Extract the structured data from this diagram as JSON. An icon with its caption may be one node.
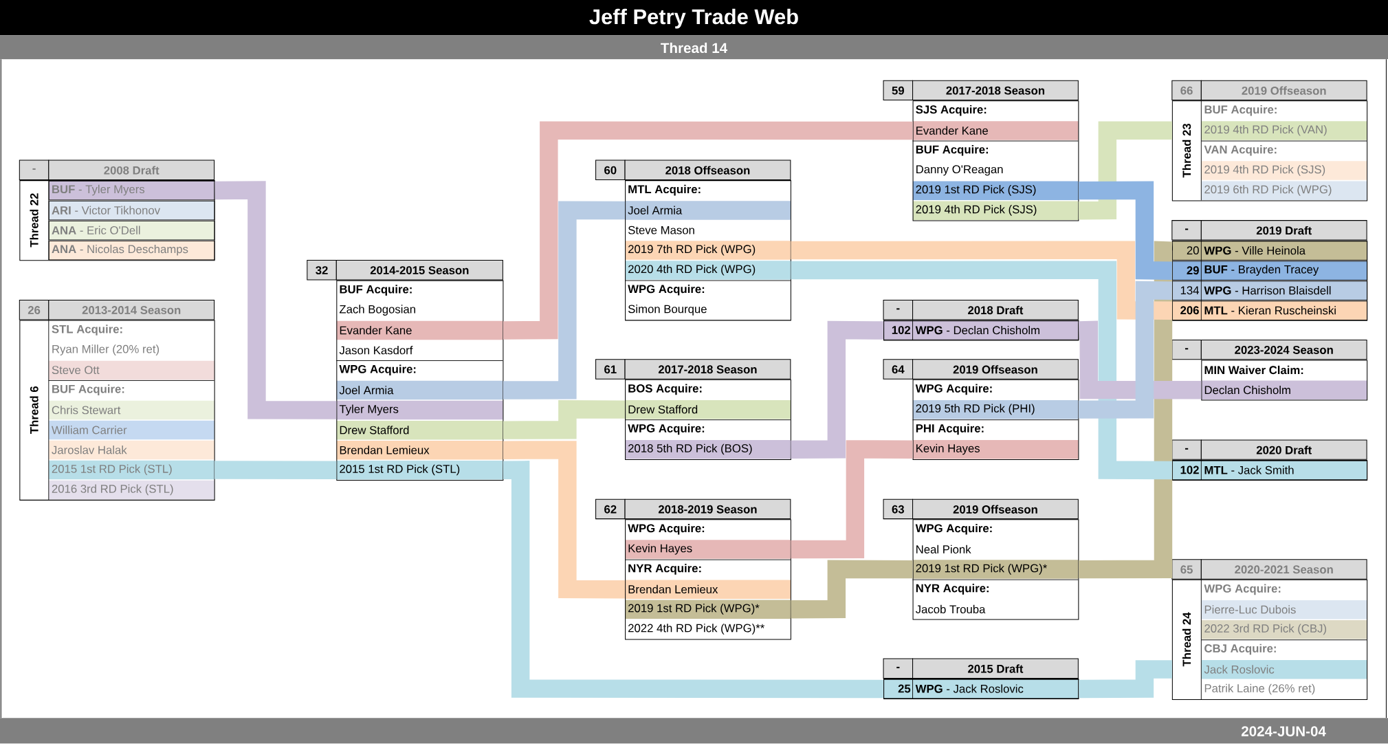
{
  "diagram": {
    "title": "Jeff Petry Trade Web",
    "nodes": [
      {
        "text": [
          "-",
          "2008 Draft",
          "Thread 22"
        ]
      },
      {
        "text": [
          "**BUF** - Tyler Myers"
        ],
        "in": 0
      },
      {
        "text": [
          "**ARI** - Victor Tikhonov"
        ],
        "in": 0
      },
      {
        "text": [
          "**ANA** - Eric O'Dell"
        ],
        "in": 0
      },
      {
        "text": [
          "**ANA** - Nicolas Deschamps"
        ],
        "in": 0
      },
      {
        "text": [
          "26",
          "2013-2014 Season",
          "Thread 6"
        ]
      },
      {
        "text": [
          "STL Acquire:"
        ],
        "in": 5
      },
      {
        "text": [
          "Ryan Miller (20% ret)"
        ],
        "in": 5
      },
      {
        "text": [
          "Steve Ott"
        ],
        "in": 5
      },
      {
        "text": [
          "BUF Acquire:"
        ],
        "in": 5
      },
      {
        "text": [
          "Chris Stewart"
        ],
        "in": 5
      },
      {
        "text": [
          "William Carrier"
        ],
        "in": 5
      },
      {
        "text": [
          "Jaroslav Halak"
        ],
        "in": 5
      },
      {
        "text": [
          "2015 1st RD Pick (STL)"
        ],
        "in": 5
      },
      {
        "text": [
          "2016 3rd RD Pick (STL)"
        ],
        "in": 5
      },
      {
        "text": [
          "32",
          "2014-2015 Season"
        ]
      },
      {
        "text": [
          "BUF Acquire:"
        ],
        "in": 15
      },
      {
        "text": [
          "Zach Bogosian"
        ],
        "in": 15
      },
      {
        "text": [
          "Evander Kane"
        ],
        "in": 15
      },
      {
        "text": [
          "Jason Kasdorf"
        ],
        "in": 15
      },
      {
        "text": [
          "WPG Acquire:"
        ],
        "in": 15
      },
      {
        "text": [
          "Joel Armia"
        ],
        "in": 15
      },
      {
        "text": [
          "Tyler Myers"
        ],
        "in": 15
      },
      {
        "text": [
          "Drew Stafford"
        ],
        "in": 15
      },
      {
        "text": [
          "Brendan Lemieux"
        ],
        "in": 15
      },
      {
        "text": [
          "2015 1st RD Pick (STL)"
        ],
        "in": 15
      },
      {
        "text": [
          "60",
          "2018 Offseason"
        ]
      },
      {
        "text": [
          "MTL Acquire:"
        ],
        "in": 26
      },
      {
        "text": [
          "Joel Armia"
        ],
        "in": 26
      },
      {
        "text": [
          "Steve Mason"
        ],
        "in": 26
      },
      {
        "text": [
          "2019 7th RD Pick (WPG)"
        ],
        "in": 26
      },
      {
        "text": [
          "2020 4th RD Pick (WPG)"
        ],
        "in": 26
      },
      {
        "text": [
          "WPG Acquire:"
        ],
        "in": 26
      },
      {
        "text": [
          "Simon Bourque"
        ],
        "in": 26
      },
      {
        "text": [
          "61",
          "2017-2018 Season"
        ]
      },
      {
        "text": [
          "BOS Acquire:"
        ],
        "in": 34
      },
      {
        "text": [
          "Drew Stafford"
        ],
        "in": 34
      },
      {
        "text": [
          "WPG Acquire:"
        ],
        "in": 34
      },
      {
        "text": [
          "2018 5th RD Pick (BOS)"
        ],
        "in": 34
      },
      {
        "text": [
          "62",
          "2018-2019 Season"
        ]
      },
      {
        "text": [
          "WPG Acquire:"
        ],
        "in": 39
      },
      {
        "text": [
          "Kevin Hayes"
        ],
        "in": 39
      },
      {
        "text": [
          "NYR Acquire:"
        ],
        "in": 39
      },
      {
        "text": [
          "Brendan Lemieux"
        ],
        "in": 39
      },
      {
        "text": [
          "2019 1st RD Pick (WPG)*"
        ],
        "in": 39
      },
      {
        "text": [
          "2022 4th RD Pick (WPG)**"
        ],
        "in": 39
      },
      {
        "text": [
          "59",
          "2017-2018 Season"
        ]
      },
      {
        "text": [
          "SJS Acquire:"
        ],
        "in": 46
      },
      {
        "text": [
          "Evander Kane"
        ],
        "in": 46
      },
      {
        "text": [
          "BUF Acquire:"
        ],
        "in": 46
      },
      {
        "text": [
          "Danny O'Reagan"
        ],
        "in": 46
      },
      {
        "text": [
          "2019 1st RD Pick (SJS)"
        ],
        "in": 46
      },
      {
        "text": [
          "2019 4th RD Pick (SJS)"
        ],
        "in": 46
      },
      {
        "text": [
          "-",
          "2018 Draft"
        ]
      },
      {
        "text": [
          "102",
          "**WPG** - Declan Chisholm"
        ],
        "in": 53
      },
      {
        "text": [
          "64",
          "2019 Offseason"
        ]
      },
      {
        "text": [
          "WPG Acquire:"
        ],
        "in": 55
      },
      {
        "text": [
          "2019 5th RD Pick (PHI)"
        ],
        "in": 55
      },
      {
        "text": [
          "PHI Acquire:"
        ],
        "in": 55
      },
      {
        "text": [
          "Kevin Hayes"
        ],
        "in": 55
      },
      {
        "text": [
          "63",
          "2019 Offseason"
        ]
      },
      {
        "text": [
          "WPG Acquire:"
        ],
        "in": 60
      },
      {
        "text": [
          "Neal Pionk"
        ],
        "in": 60
      },
      {
        "text": [
          "2019 1st RD Pick (WPG)*"
        ],
        "in": 60
      },
      {
        "text": [
          "NYR Acquire:"
        ],
        "in": 60
      },
      {
        "text": [
          "Jacob Trouba"
        ],
        "in": 60
      },
      {
        "text": [
          "-",
          "2015 Draft"
        ]
      },
      {
        "text": [
          "25",
          "**WPG** - Jack Roslovic"
        ],
        "in": 66
      },
      {
        "text": [
          "66",
          "2019 Offseason",
          "Thread 23"
        ]
      },
      {
        "text": [
          "BUF Acquire:"
        ],
        "in": 68
      },
      {
        "text": [
          "2019 4th RD Pick (VAN)"
        ],
        "in": 68
      },
      {
        "text": [
          "VAN Acquire:"
        ],
        "in": 68
      },
      {
        "text": [
          "2019 4th RD Pick (SJS)"
        ],
        "in": 68
      },
      {
        "text": [
          "2019 6th RD Pick (WPG)"
        ],
        "in": 68
      },
      {
        "text": [
          "-",
          "2019 Draft"
        ]
      },
      {
        "text": [
          "20",
          "**WPG** - Ville Heinola"
        ],
        "in": 74
      },
      {
        "text": [
          "29",
          "**BUF** - Brayden Tracey"
        ],
        "in": 74
      },
      {
        "text": [
          "134",
          "**WPG** - Harrison Blaisdell"
        ],
        "in": 74
      },
      {
        "text": [
          "206",
          "**MTL** - Kieran Ruscheinski"
        ],
        "in": 74
      },
      {
        "text": [
          "-",
          "2023-2024 Season"
        ]
      },
      {
        "text": [
          "MIN Waiver Claim:"
        ],
        "in": 79
      },
      {
        "text": [
          "Declan Chisholm"
        ],
        "in": 79
      },
      {
        "text": [
          "-",
          "2020 Draft"
        ]
      },
      {
        "text": [
          "102",
          "**MTL** - Jack Smith"
        ],
        "in": 82
      },
      {
        "text": [
          "65",
          "2020-2021 Season",
          "Thread 24"
        ]
      },
      {
        "text": [
          "WPG Acquire:"
        ],
        "in": 84
      },
      {
        "text": [
          "Pierre-Luc Dubois"
        ],
        "in": 84
      },
      {
        "text": [
          "2022 3rd RD Pick (CBJ)"
        ],
        "in": 84
      },
      {
        "text": [
          "CBJ Acquire:"
        ],
        "in": 84
      },
      {
        "text": [
          "Jack Roslovic"
        ],
        "in": 84
      },
      {
        "text": [
          "Patrik Laine (26% ret)"
        ],
        "in": 84
      }
    ],
    "edges": [
      {
        "from": 44,
        "to": 63,
        "arrow": "none",
        "color": "#c4bd97"
      },
      {
        "from": 63,
        "to": 75,
        "arrow": "none",
        "color": "#c4bd97"
      },
      {
        "from": 31,
        "to": 83,
        "arrow": "none",
        "color": "#b7dee8"
      },
      {
        "from": 30,
        "to": 78,
        "arrow": "none",
        "color": "#fcd5b4"
      },
      {
        "from": 1,
        "to": 22,
        "arrow": "none",
        "color": "#ccc0da"
      },
      {
        "from": 13,
        "to": 25,
        "arrow": "none",
        "color": "#b7dee8"
      },
      {
        "from": 25,
        "to": 67,
        "arrow": "none",
        "color": "#b7dee8"
      },
      {
        "from": 18,
        "to": 48,
        "arrow": "none",
        "color": "#e6b8b7"
      },
      {
        "from": 21,
        "to": 28,
        "arrow": "none",
        "color": "#b8cce4"
      },
      {
        "from": 23,
        "to": 36,
        "arrow": "none",
        "color": "#d8e4bc"
      },
      {
        "from": 24,
        "to": 43,
        "arrow": "none",
        "color": "#fcd5b4"
      },
      {
        "from": 38,
        "to": 54,
        "arrow": "none",
        "color": "#ccc0da"
      },
      {
        "from": 54,
        "to": 81,
        "arrow": "none",
        "color": "#ccc0da"
      },
      {
        "from": 41,
        "to": 59,
        "arrow": "none",
        "color": "#e6b8b7"
      },
      {
        "from": 52,
        "to": 68,
        "arrow": "none",
        "color": "#d8e4bc"
      },
      {
        "from": 51,
        "to": 76,
        "arrow": "none",
        "color": "#8db4e2"
      },
      {
        "from": 57,
        "to": 77,
        "arrow": "none",
        "color": "#b8cce4"
      },
      {
        "from": 67,
        "to": 84,
        "arrow": "none",
        "color": "#b7dee8"
      }
    ],
    "labels": [
      "Thread 14",
      "2024-JUN-04"
    ]
  }
}
